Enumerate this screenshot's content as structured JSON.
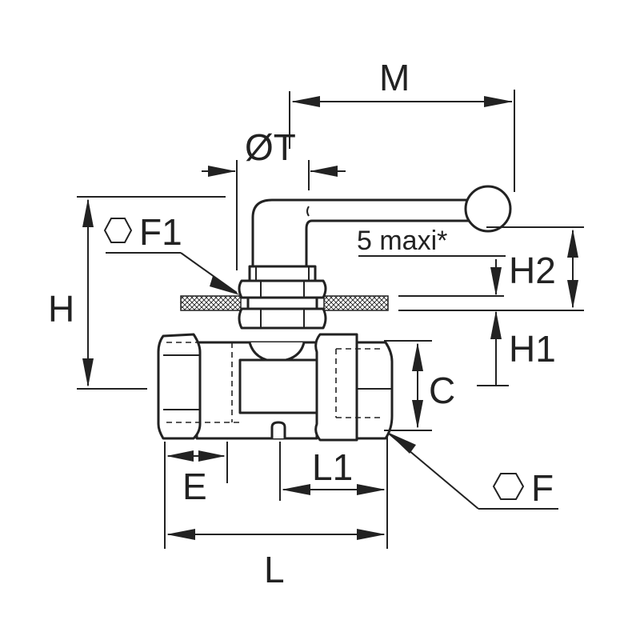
{
  "diagram": {
    "labels": {
      "M": "M",
      "T": "ØT",
      "F1": "F1",
      "H": "H",
      "note": "5 maxi*",
      "H2": "H2",
      "H1": "H1",
      "C": "C",
      "E": "E",
      "L1": "L1",
      "F": "F",
      "L": "L"
    },
    "colors": {
      "line": "#222222",
      "panel_hatch": "#222222",
      "background": "#ffffff"
    },
    "icons": {
      "hex_symbol": "hexagon-icon"
    }
  }
}
